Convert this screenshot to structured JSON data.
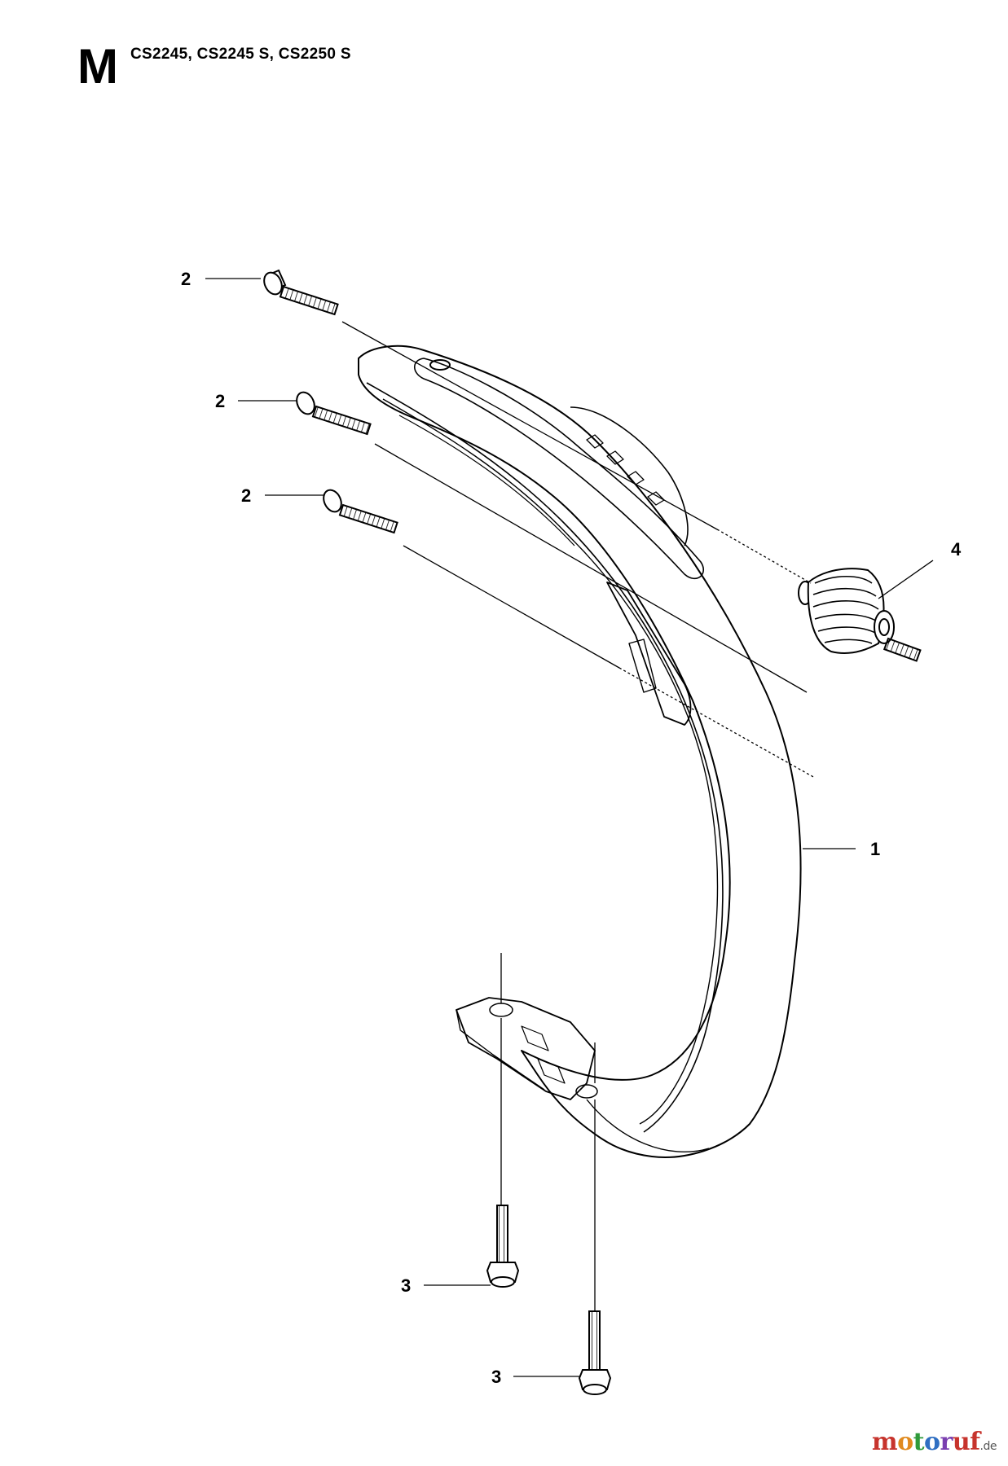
{
  "header": {
    "section_letter": "M",
    "models": "CS2245, CS2245 S, CS2250 S"
  },
  "callouts": {
    "screw_top_1": "2",
    "screw_top_2": "2",
    "screw_top_3": "2",
    "spring": "4",
    "handle": "1",
    "screw_bottom_1": "3",
    "screw_bottom_2": "3"
  },
  "watermark": {
    "letters": [
      "m",
      "o",
      "t",
      "o",
      "r",
      "uf"
    ],
    "tld": ".de"
  }
}
